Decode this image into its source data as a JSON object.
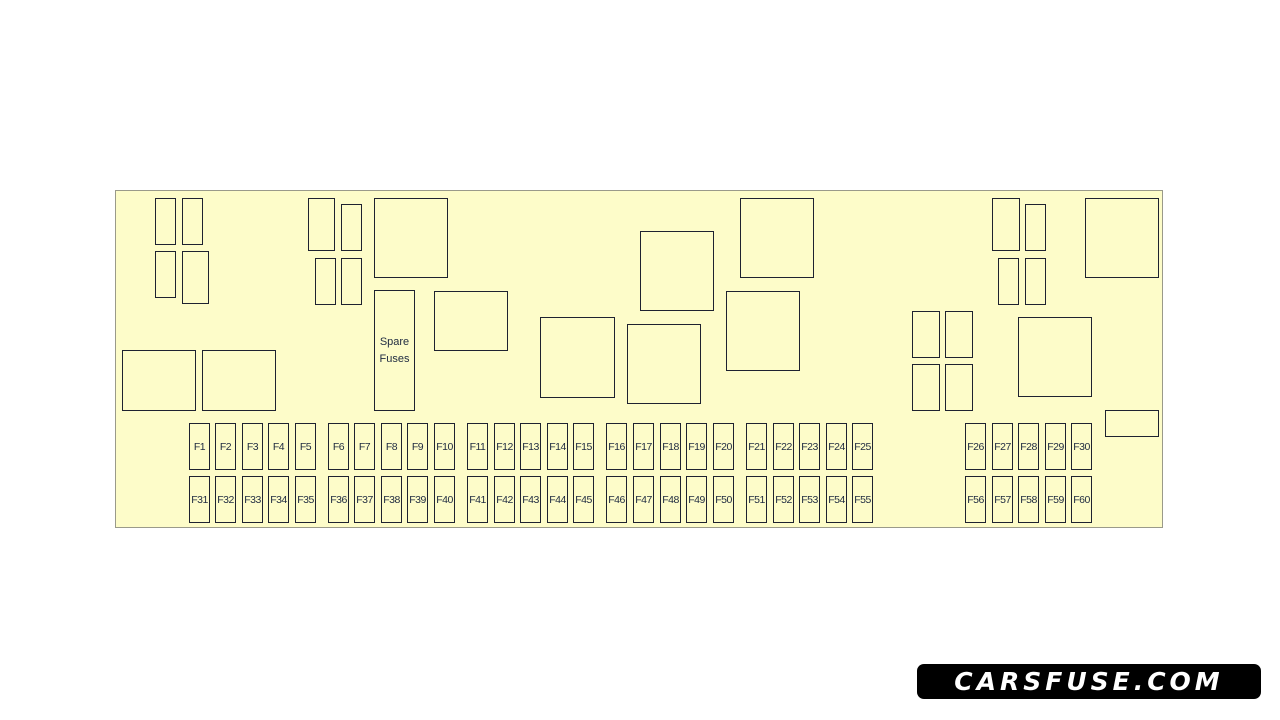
{
  "diagram": {
    "spare_label_line1": "Spare",
    "spare_label_line2": "Fuses",
    "fuses_row1": [
      "F1",
      "F2",
      "F3",
      "F4",
      "F5",
      "F6",
      "F7",
      "F8",
      "F9",
      "F10",
      "F11",
      "F12",
      "F13",
      "F14",
      "F15",
      "F16",
      "F17",
      "F18",
      "F19",
      "F20",
      "F21",
      "F22",
      "F23",
      "F24",
      "F25",
      "F26",
      "F27",
      "F28",
      "F29",
      "F30"
    ],
    "fuses_row2": [
      "F31",
      "F32",
      "F33",
      "F34",
      "F35",
      "F36",
      "F37",
      "F38",
      "F39",
      "F40",
      "F41",
      "F42",
      "F43",
      "F44",
      "F45",
      "F46",
      "F47",
      "F48",
      "F49",
      "F50",
      "F51",
      "F52",
      "F53",
      "F54",
      "F55",
      "F56",
      "F57",
      "F58",
      "F59",
      "F60"
    ],
    "colors": {
      "panel": "#fdfcc9",
      "outline": "#1e2230"
    }
  },
  "watermark": {
    "text": "CARSFUSE.COM"
  }
}
